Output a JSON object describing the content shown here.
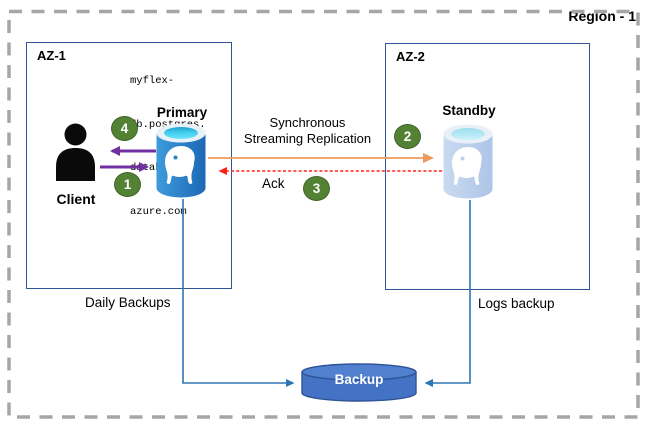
{
  "region": {
    "label": "Region - 1"
  },
  "zones": {
    "az1": {
      "label": "AZ-1"
    },
    "az2": {
      "label": "AZ-2"
    }
  },
  "nodes": {
    "client": {
      "label": "Client"
    },
    "primary": {
      "label": "Primary",
      "hostname_lines": [
        "myflex-",
        "db.postgres.",
        "database.",
        "azure.com"
      ]
    },
    "standby": {
      "label": "Standby"
    },
    "backup": {
      "label": "Backup"
    }
  },
  "flows": {
    "replication": {
      "label_lines": [
        "Synchronous",
        "Streaming Replication"
      ]
    },
    "ack": {
      "label": "Ack"
    },
    "daily_backups": {
      "label": "Daily Backups"
    },
    "logs_backup": {
      "label": "Logs backup"
    }
  },
  "step_numbers": [
    "1",
    "2",
    "3",
    "4"
  ],
  "colors": {
    "region_border": "#A6A6A6",
    "zone_border": "#2F5597",
    "client_primary_arrows": "#7030A0",
    "replication_arrow": "#ED9B5C",
    "ack_arrow": "#FF2116",
    "backup_lines": "#2E75B6",
    "step_badge": "#548235",
    "backup_db": "#4472C4",
    "primary_db_body": "#2383CC",
    "standby_db_body": "#BCD0EC",
    "db_top_water": "#45D0F0"
  }
}
